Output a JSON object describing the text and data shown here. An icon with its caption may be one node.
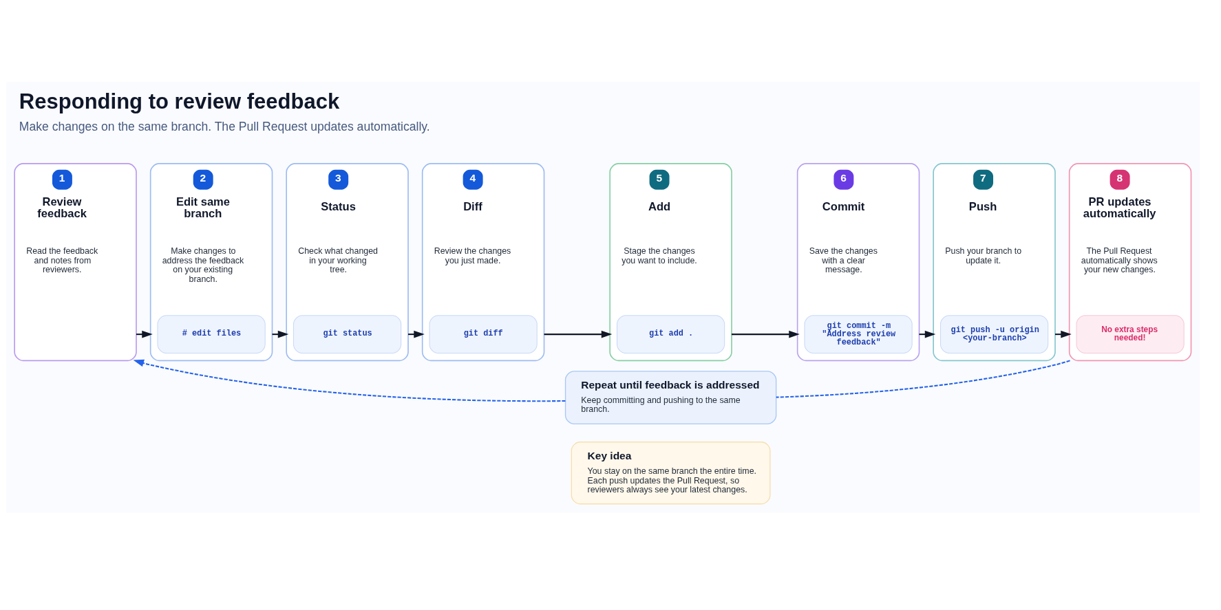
{
  "diagram": {
    "title": "Responding to review feedback",
    "caption": "Make changes on the same branch. The Pull Request updates automatically.",
    "nodes": [
      {
        "text": [
          "1",
          "Review feedback",
          "Read the feedback and notes from reviewers."
        ]
      },
      {
        "text": [
          "2",
          "Edit same branch",
          "Make changes to address the feedback on your existing branch."
        ]
      },
      {
        "text": [
          "# edit files"
        ],
        "in": 1
      },
      {
        "text": [
          "3",
          "Status",
          "Check what changed in your working tree."
        ]
      },
      {
        "text": [
          "git status"
        ],
        "in": 3
      },
      {
        "text": [
          "4",
          "Diff",
          "Review the changes you just made."
        ]
      },
      {
        "text": [
          "git diff"
        ],
        "in": 5
      },
      {
        "text": [
          "5",
          "Add",
          "Stage the changes you want to include."
        ]
      },
      {
        "text": [
          "git add ."
        ],
        "in": 7
      },
      {
        "text": [
          "6",
          "Commit",
          "Save the changes with a clear message."
        ]
      },
      {
        "text": [
          "git commit -m \"Address review feedback\""
        ],
        "in": 9
      },
      {
        "text": [
          "7",
          "Push",
          "Push your branch to update it."
        ]
      },
      {
        "text": [
          "git push -u origin <your-branch>"
        ],
        "in": 11
      },
      {
        "text": [
          "8",
          "PR updates automatically",
          "The Pull Request automatically shows your new changes."
        ]
      },
      {
        "text": [
          "No extra steps needed!"
        ],
        "in": 13
      },
      {
        "text": [
          "Repeat until feedback is addressed",
          "Keep committing and pushing to the same branch."
        ]
      },
      {
        "text": [
          "Key idea",
          "You stay on the same branch the entire time. Each push updates the Pull Request, so reviewers always see your latest changes."
        ]
      }
    ],
    "edges": [
      {
        "from": 0,
        "to": 1,
        "arrow": "to"
      },
      {
        "from": 1,
        "to": 3,
        "arrow": "to"
      },
      {
        "from": 3,
        "to": 5,
        "arrow": "to"
      },
      {
        "from": 5,
        "to": 7,
        "arrow": "to"
      },
      {
        "from": 7,
        "to": 9,
        "arrow": "to"
      },
      {
        "from": 9,
        "to": 11,
        "arrow": "to"
      },
      {
        "from": 11,
        "to": 13,
        "arrow": "to"
      },
      {
        "from": 13,
        "to": 15,
        "arrow": "none",
        "style": "dashed",
        "color": "#2563eb"
      },
      {
        "from": 15,
        "to": 0,
        "arrow": "to",
        "style": "dashed",
        "color": "#2563eb"
      }
    ]
  }
}
